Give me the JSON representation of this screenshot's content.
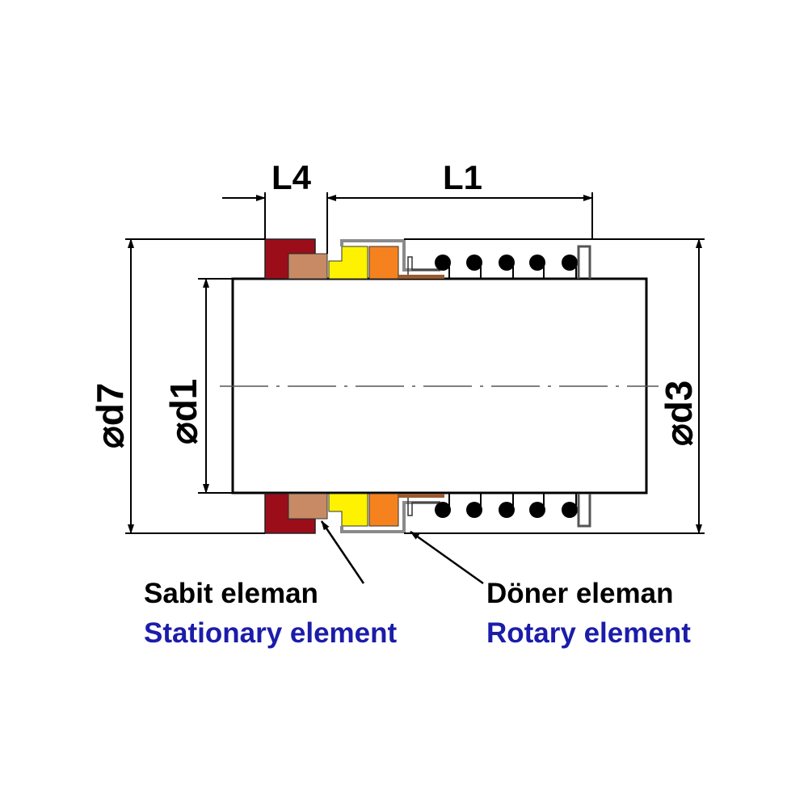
{
  "dimensions": {
    "L4": "L4",
    "L1": "L1",
    "d7": "⌀d7",
    "d1": "⌀d1",
    "d3": "⌀d3"
  },
  "labels": {
    "stationary_tr": "Sabit eleman",
    "stationary_en": "Stationary element",
    "rotary_tr": "Döner eleman",
    "rotary_en": "Rotary element"
  },
  "colors": {
    "housing": "#9c0d1a",
    "stationary_ring": "#c88a64",
    "rotary_face": "#fff200",
    "rotary_ring": "#f5821f",
    "shell": "#8a8a8a",
    "spring": "#000000",
    "english_label": "#1c1caa"
  }
}
